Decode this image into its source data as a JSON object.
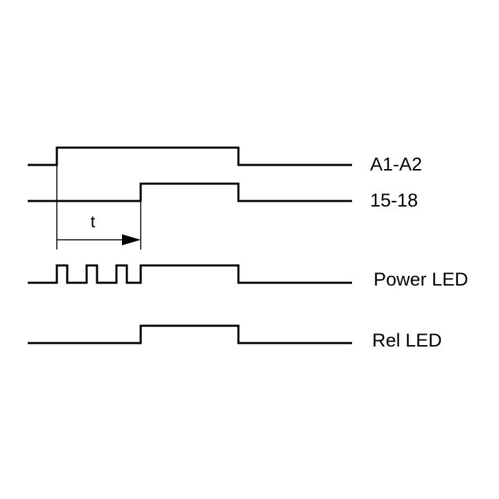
{
  "signals": [
    {
      "id": "a1a2",
      "label": "A1-A2"
    },
    {
      "id": "c1518",
      "label": "15-18"
    },
    {
      "id": "powerled",
      "label": "Power LED"
    },
    {
      "id": "relled",
      "label": "Rel LED"
    }
  ],
  "delay_label": "t"
}
